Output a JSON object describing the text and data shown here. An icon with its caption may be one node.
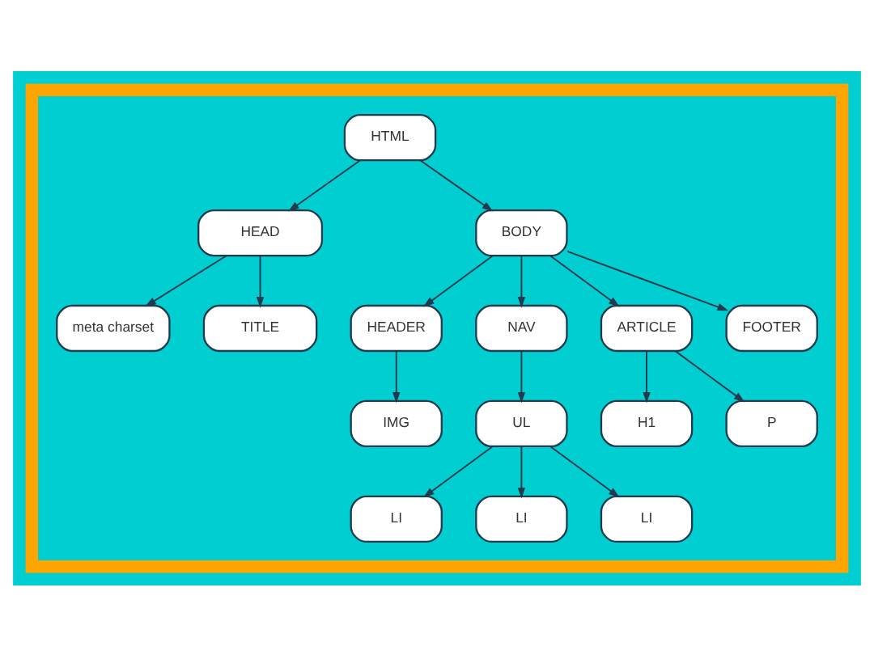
{
  "diagram": {
    "nodes": [
      {
        "text": [],
        "shape": "box"
      },
      {
        "text": [
          "HTML"
        ],
        "in": 0
      },
      {
        "text": [
          "HEAD"
        ],
        "in": 0
      },
      {
        "text": [
          "BODY"
        ],
        "in": 0
      },
      {
        "text": [
          "meta charset"
        ],
        "in": 0
      },
      {
        "text": [
          "TITLE"
        ],
        "in": 0
      },
      {
        "text": [
          "HEADER"
        ],
        "in": 0
      },
      {
        "text": [
          "NAV"
        ],
        "in": 0
      },
      {
        "text": [
          "ARTICLE"
        ],
        "in": 0
      },
      {
        "text": [
          "FOOTER"
        ],
        "in": 0
      },
      {
        "text": [
          "IMG"
        ],
        "in": 0
      },
      {
        "text": [
          "UL"
        ],
        "in": 0
      },
      {
        "text": [
          "H1"
        ],
        "in": 0
      },
      {
        "text": [
          "P"
        ],
        "in": 0
      },
      {
        "text": [
          "LI"
        ],
        "in": 0
      },
      {
        "text": [
          "LI"
        ],
        "in": 0
      },
      {
        "text": [
          "LI"
        ],
        "in": 0
      }
    ],
    "edges": [
      {
        "from": 1,
        "to": 2,
        "arrow": "to"
      },
      {
        "from": 1,
        "to": 3,
        "arrow": "to"
      },
      {
        "from": 2,
        "to": 4,
        "arrow": "to"
      },
      {
        "from": 2,
        "to": 5,
        "arrow": "to"
      },
      {
        "from": 3,
        "to": 6,
        "arrow": "to"
      },
      {
        "from": 3,
        "to": 7,
        "arrow": "to"
      },
      {
        "from": 3,
        "to": 8,
        "arrow": "to"
      },
      {
        "from": 3,
        "to": 9,
        "arrow": "to"
      },
      {
        "from": 6,
        "to": 10,
        "arrow": "to"
      },
      {
        "from": 7,
        "to": 11,
        "arrow": "to"
      },
      {
        "from": 8,
        "to": 12,
        "arrow": "to"
      },
      {
        "from": 8,
        "to": 13,
        "arrow": "to"
      },
      {
        "from": 11,
        "to": 14,
        "arrow": "to"
      },
      {
        "from": 11,
        "to": 15,
        "arrow": "to"
      },
      {
        "from": 11,
        "to": 16,
        "arrow": "to"
      }
    ]
  }
}
